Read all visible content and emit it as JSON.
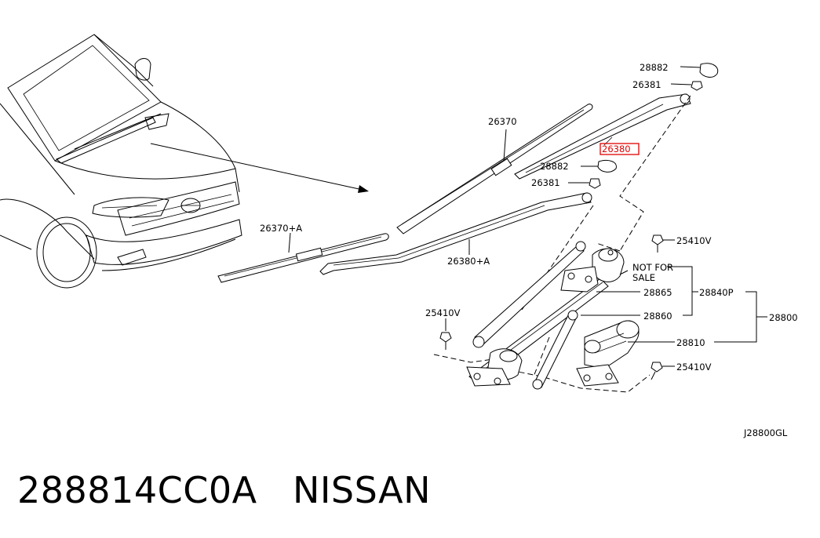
{
  "diagram": {
    "labels": {
      "p28882_top": "28882",
      "p26381_top": "26381",
      "p26370": "26370",
      "p26380": "26380",
      "p28882_mid": "28882",
      "p26381_mid": "26381",
      "p26370_a": "26370+A",
      "p26380_a": "26380+A",
      "p25410v_right": "25410V",
      "not_for": "NOT FOR",
      "sale": "SALE",
      "p28865": "28865",
      "p28840p": "28840P",
      "p28860": "28860",
      "p28800": "28800",
      "p25410v_left": "25410V",
      "p28810": "28810",
      "p25410v_bottom": "25410V",
      "diagram_code": "J28800GL"
    },
    "highlight_color": "#e00000"
  },
  "caption": {
    "part_number": "288814CC0A",
    "brand": "NISSAN"
  }
}
